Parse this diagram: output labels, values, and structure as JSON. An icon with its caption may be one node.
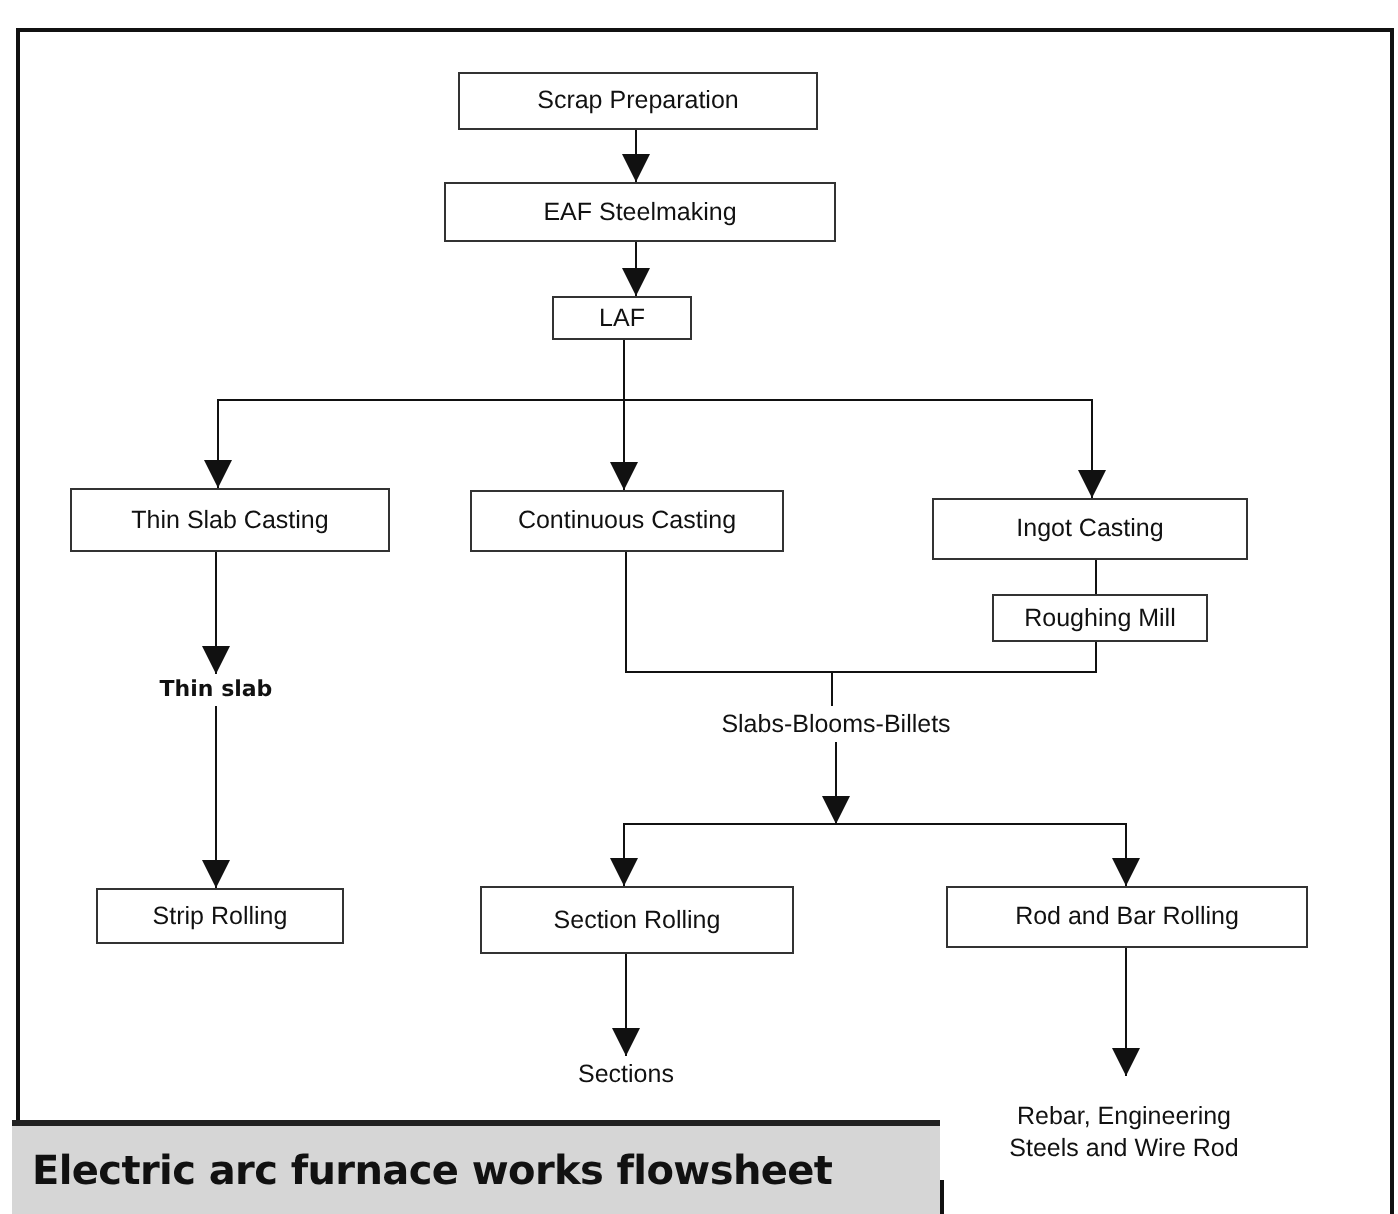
{
  "diagram": {
    "caption": "Electric arc furnace works flowsheet",
    "nodes": [
      {
        "text": [
          "Scrap Preparation"
        ]
      },
      {
        "text": [
          "EAF Steelmaking"
        ]
      },
      {
        "text": [
          "LAF"
        ]
      },
      {
        "text": [
          "Thin Slab Casting"
        ]
      },
      {
        "text": [
          "Continuous Casting"
        ]
      },
      {
        "text": [
          "Ingot Casting"
        ]
      },
      {
        "text": [
          "Roughing Mill"
        ]
      },
      {
        "text": [
          "Thin slab"
        ]
      },
      {
        "text": [
          "Slabs-Blooms-Billets"
        ]
      },
      {
        "text": [
          "Strip Rolling"
        ]
      },
      {
        "text": [
          "Section Rolling"
        ]
      },
      {
        "text": [
          "Rod and Bar Rolling"
        ]
      },
      {
        "text": [
          "Sections"
        ]
      },
      {
        "text": [
          "Rebar, Engineering Steels and Wire Rod"
        ]
      }
    ],
    "edges": [
      {
        "from": 0,
        "to": 1,
        "arrow": "to"
      },
      {
        "from": 1,
        "to": 2,
        "arrow": "to"
      },
      {
        "from": 2,
        "to": 3,
        "arrow": "to"
      },
      {
        "from": 2,
        "to": 4,
        "arrow": "to"
      },
      {
        "from": 2,
        "to": 5,
        "arrow": "to"
      },
      {
        "from": 3,
        "to": 7,
        "arrow": "to"
      },
      {
        "from": 7,
        "to": 9,
        "arrow": "to"
      },
      {
        "from": 5,
        "to": 6,
        "arrow": "none"
      },
      {
        "from": 4,
        "to": 8,
        "arrow": "none"
      },
      {
        "from": 6,
        "to": 8,
        "arrow": "none"
      },
      {
        "from": 8,
        "to": 10,
        "arrow": "to"
      },
      {
        "from": 8,
        "to": 11,
        "arrow": "to"
      },
      {
        "from": 10,
        "to": 12,
        "arrow": "to"
      },
      {
        "from": 11,
        "to": 13,
        "arrow": "to"
      }
    ]
  }
}
